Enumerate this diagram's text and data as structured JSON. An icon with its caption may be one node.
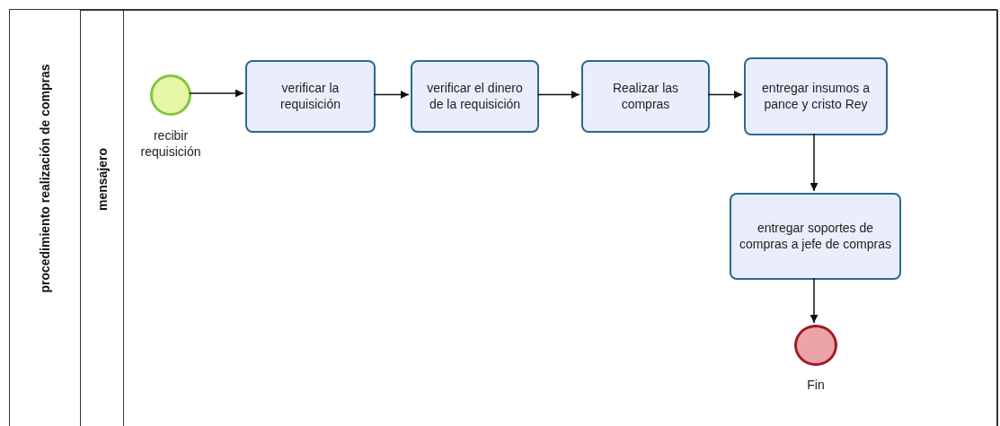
{
  "diagram": {
    "nodes": [
      {
        "text": [
          "procedimiento realización de compras"
        ]
      },
      {
        "text": [
          "mensajero"
        ],
        "in": 0
      },
      {
        "text": [],
        "shape": "circle",
        "beside": [
          "recibir requisición"
        ],
        "in": 1
      },
      {
        "text": [
          "verificar la requisición"
        ],
        "in": 1
      },
      {
        "text": [
          "verificar el dinero de la requisición"
        ],
        "in": 1
      },
      {
        "text": [
          "Realizar las compras"
        ],
        "in": 1
      },
      {
        "text": [
          "entregar insumos a pance y cristo Rey"
        ],
        "in": 1
      },
      {
        "text": [
          "entregar soportes de compras a jefe de compras"
        ],
        "in": 1
      },
      {
        "text": [],
        "shape": "circle",
        "beside": [
          "Fin"
        ],
        "in": 1
      }
    ],
    "edges": [
      {
        "from": 2,
        "to": 3,
        "arrow": "to"
      },
      {
        "from": 3,
        "to": 4,
        "arrow": "to"
      },
      {
        "from": 4,
        "to": 5,
        "arrow": "to"
      },
      {
        "from": 5,
        "to": 6,
        "arrow": "to"
      },
      {
        "from": 6,
        "to": 7,
        "arrow": "to"
      },
      {
        "from": 7,
        "to": 8,
        "arrow": "to"
      }
    ]
  }
}
